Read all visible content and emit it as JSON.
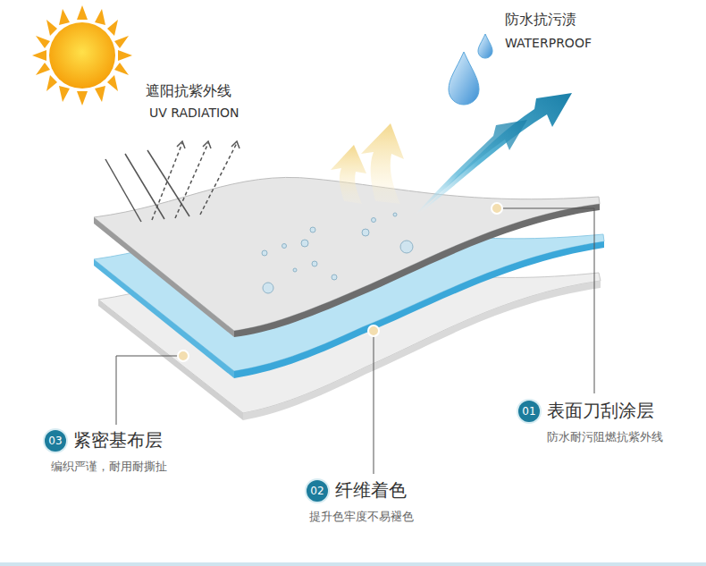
{
  "diagram": {
    "nodes": [
      {
        "text": [
          "01",
          "表面刀刮涂层",
          "防水耐污阻燃抗紫外线"
        ]
      },
      {
        "text": [
          "02",
          "纤维着色",
          "提升色牢度不易褪色"
        ]
      },
      {
        "text": [
          "03",
          "紧密基布层",
          "编织严谨，耐用耐撕扯"
        ]
      }
    ],
    "labels": [
      "防水抗污渍",
      "WATERPROOF",
      "遮阳抗紫外线",
      "UV RADIATION"
    ]
  }
}
